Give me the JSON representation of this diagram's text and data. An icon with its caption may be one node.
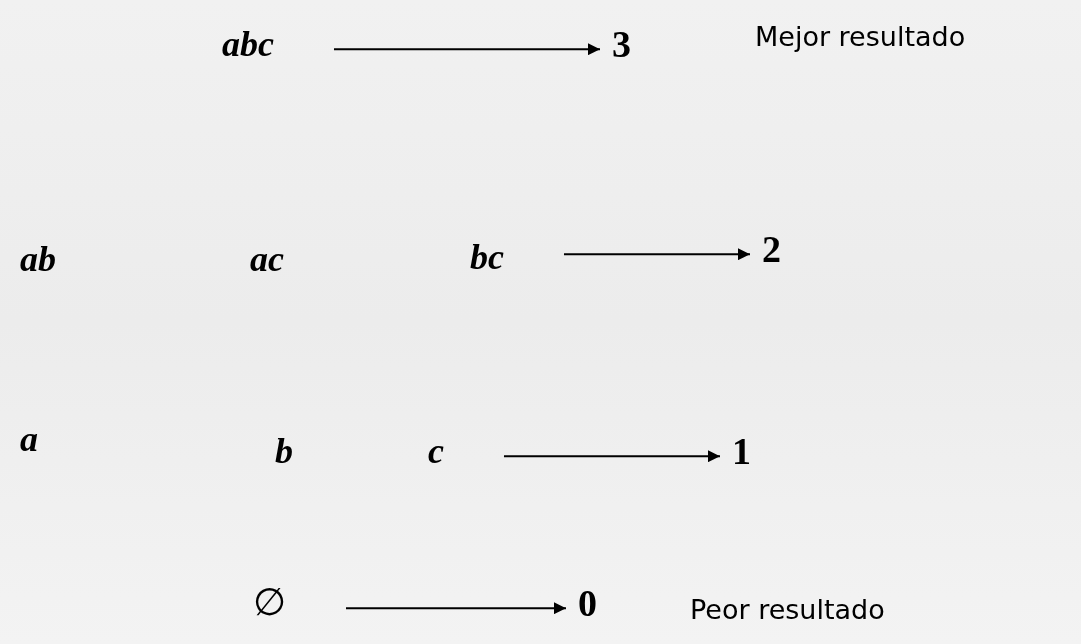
{
  "diagram": {
    "nodes": [
      {
        "text": [
          "abc"
        ]
      },
      {
        "text": [
          "3"
        ]
      },
      {
        "text": [
          "bc"
        ]
      },
      {
        "text": [
          "2"
        ]
      },
      {
        "text": [
          "c"
        ]
      },
      {
        "text": [
          "1"
        ]
      },
      {
        "text": [
          "∅"
        ]
      },
      {
        "text": [
          "0"
        ]
      }
    ],
    "edges": [
      {
        "from": 0,
        "to": 1,
        "arrow": "to"
      },
      {
        "from": 2,
        "to": 3,
        "arrow": "to"
      },
      {
        "from": 4,
        "to": 5,
        "arrow": "to"
      },
      {
        "from": 6,
        "to": 7,
        "arrow": "to"
      }
    ],
    "labels": [
      "Mejor resultado",
      "ab",
      "ac",
      "a",
      "b",
      "Peor resultado"
    ]
  }
}
